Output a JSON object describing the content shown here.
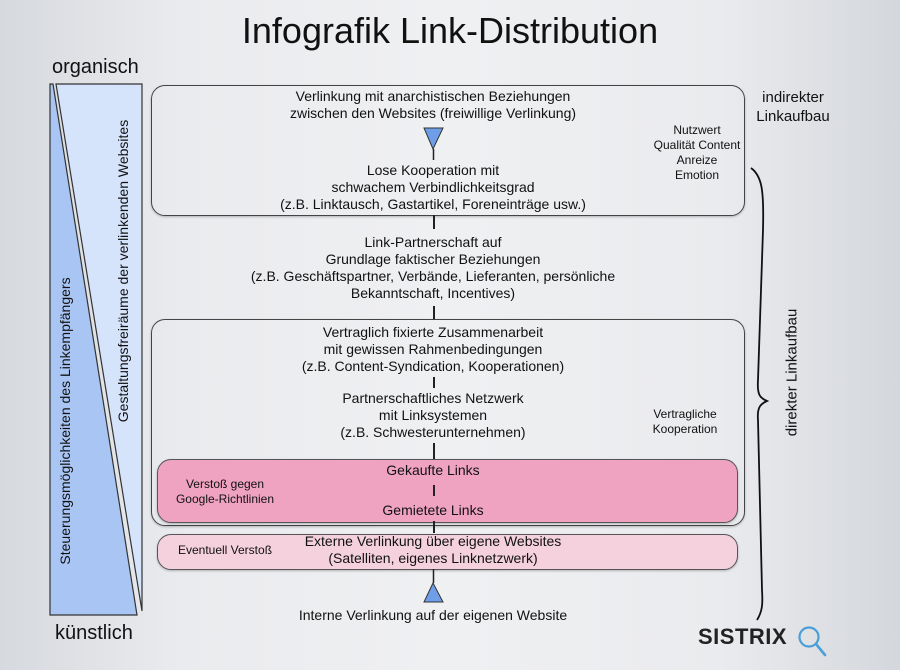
{
  "title": "Infografik Link-Distribution",
  "left_axis": {
    "top_label": "organisch",
    "bottom_label": "künstlich",
    "dark_wedge_label": "Steuerungsmöglichkeiten des Linkempfängers",
    "light_wedge_label": "Gestaltungsfreiräume der verlinkenden Websites"
  },
  "right_labels": {
    "indirect": [
      "indirekter",
      "Linkaufbau"
    ],
    "direct": "direkter Linkaufbau"
  },
  "boxes": {
    "free_linking": {
      "lines": [
        "Verlinkung mit anarchistischen Beziehungen",
        "zwischen den Websites (freiwillige Verlinkung)"
      ]
    },
    "loose_cooperation": {
      "lines": [
        "Lose Kooperation mit",
        "schwachem Verbindlichkeitsgrad",
        "(z.B. Linktausch, Gastartikel, Foreneinträge usw.)"
      ]
    },
    "indirect_factors": [
      "Nutzwert",
      "Qualität Content",
      "Anreize",
      "Emotion"
    ],
    "link_partnership": {
      "lines": [
        "Link-Partnerschaft auf",
        "Grundlage faktischer Beziehungen",
        "(z.B. Geschäftspartner, Verbände, Lieferanten, persönliche",
        "Bekanntschaft, Incentives)"
      ]
    },
    "contractual": {
      "lines": [
        "Vertraglich fixierte Zusammenarbeit",
        "mit gewissen Rahmenbedingungen",
        "(z.B. Content-Syndication, Kooperationen)"
      ]
    },
    "partner_network": {
      "lines": [
        "Partnerschaftliches Netzwerk",
        "mit Linksystemen",
        "(z.B. Schwesterunternehmen)"
      ]
    },
    "contractual_side": [
      "Vertragliche",
      "Kooperation"
    ],
    "paid": {
      "bought": "Gekaufte Links",
      "rented": "Gemietete Links",
      "side": [
        "Verstoß gegen",
        "Google-Richtlinien"
      ],
      "color": "#efa3c0"
    },
    "external_own": {
      "lines": [
        "Externe Verlinkung über eigene Websites",
        "(Satelliten, eigenes Linknetzwerk)"
      ],
      "side": "Eventuell Verstoß",
      "color": "#f5d1de"
    },
    "internal": "Interne Verlinkung auf der eigenen Website"
  },
  "colors": {
    "triangle_blue": "#6f9ee8",
    "wedge_dark": "#a9c5f4",
    "wedge_light": "#d5e3fb",
    "logo_blue": "#4a9fd8"
  },
  "logo": {
    "text": "SISTRIX"
  }
}
